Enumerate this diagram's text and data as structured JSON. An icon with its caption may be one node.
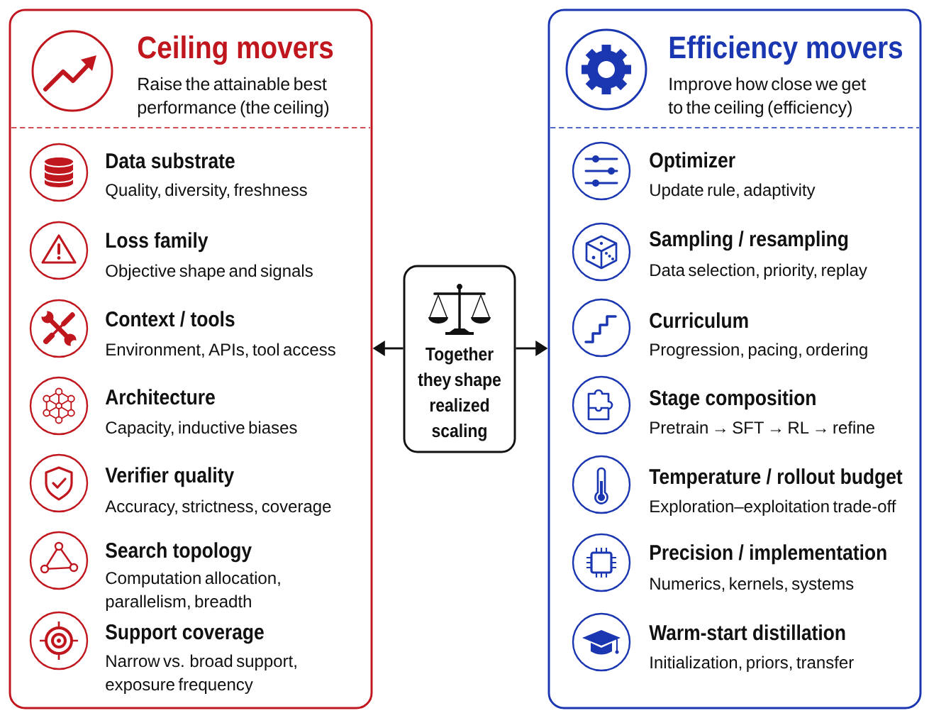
{
  "diagram": {
    "nodes": [
      {
        "text": [
          "Ceiling movers",
          "Raise the attainable best performance (the ceiling)"
        ]
      },
      {
        "text": [
          "Together they shape realized scaling"
        ]
      },
      {
        "text": [
          "Efficiency movers",
          "Improve how close we get to the ceiling (efficiency)"
        ]
      }
    ],
    "edges": [
      {
        "from": 1,
        "to": 0,
        "arrow": "to"
      },
      {
        "from": 1,
        "to": 2,
        "arrow": "to"
      }
    ],
    "labels": [
      "Data substrate",
      "Quality, diversity, freshness",
      "Loss family",
      "Objective shape and signals",
      "Context / tools",
      "Environment, APIs, tool access",
      "Architecture",
      "Capacity, inductive biases",
      "Verifier quality",
      "Accuracy, strictness, coverage",
      "Search topology",
      "Computation allocation, parallelism, breadth",
      "Support coverage",
      "Narrow vs. broad support, exposure frequency",
      "Optimizer",
      "Update rule, adaptivity",
      "Sampling / resampling",
      "Data selection, priority, replay",
      "Curriculum",
      "Progression, pacing, ordering",
      "Stage composition",
      "Pretrain → SFT → RL → refine",
      "Temperature / rollout budget",
      "Exploration–exploitation trade-off",
      "Precision / implementation",
      "Numerics, kernels, systems",
      "Warm-start distillation",
      "Initialization, priors, transfer"
    ]
  }
}
